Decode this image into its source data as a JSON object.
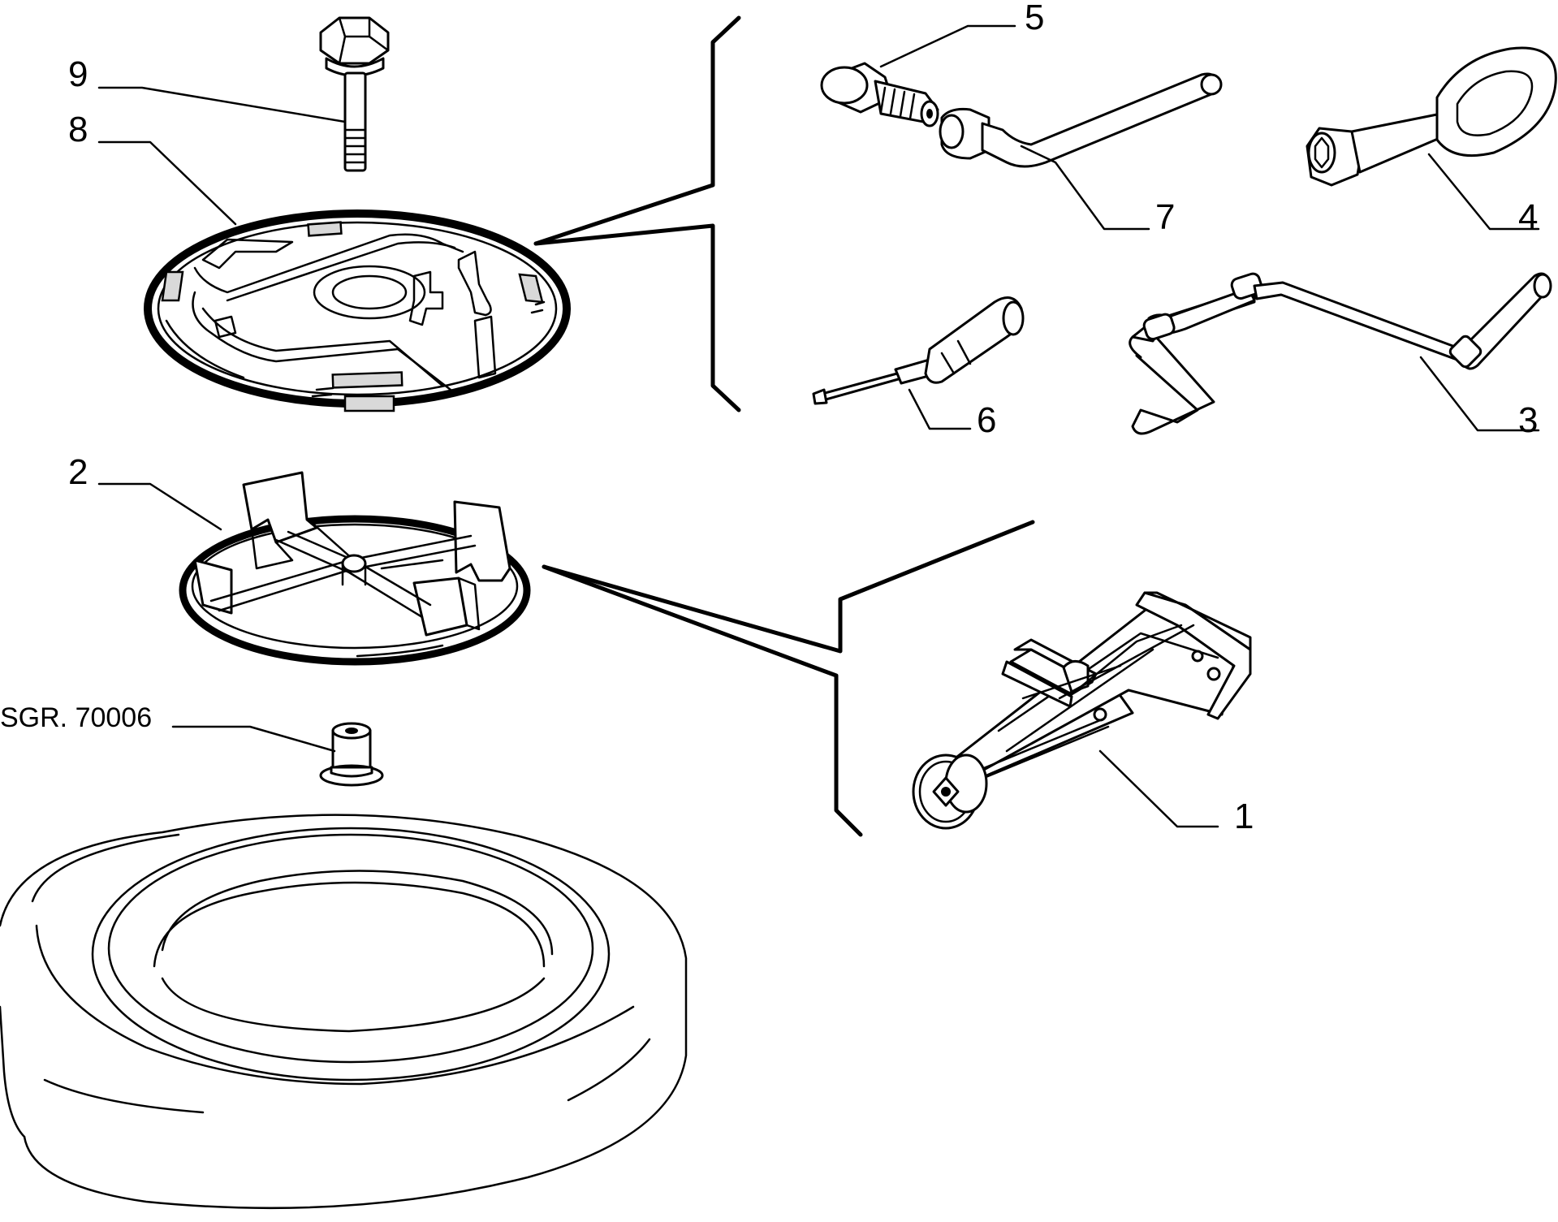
{
  "callouts": {
    "c1": "1",
    "c2": "2",
    "c3": "3",
    "c4": "4",
    "c5": "5",
    "c6": "6",
    "c7": "7",
    "c8": "8",
    "c9": "9",
    "sgr": "SGR. 70006"
  }
}
